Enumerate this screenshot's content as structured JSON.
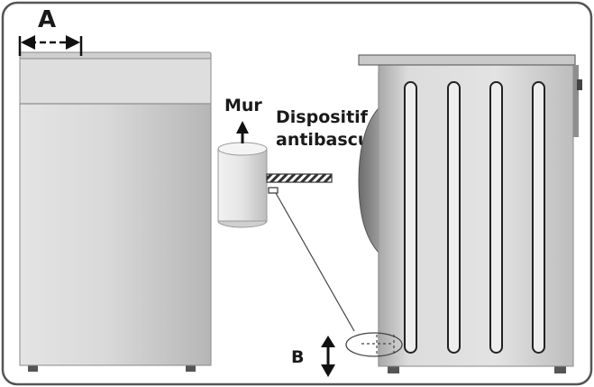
{
  "labels": {
    "a": "A",
    "wall": "Mur",
    "device_line1": "Dispositif",
    "device_line2": "antibasculement",
    "b": "B"
  },
  "colors": {
    "frame": "#555555",
    "body_light": "#e6e6e6",
    "body_dark": "#b9b9b9",
    "slot_stroke": "#222222"
  }
}
